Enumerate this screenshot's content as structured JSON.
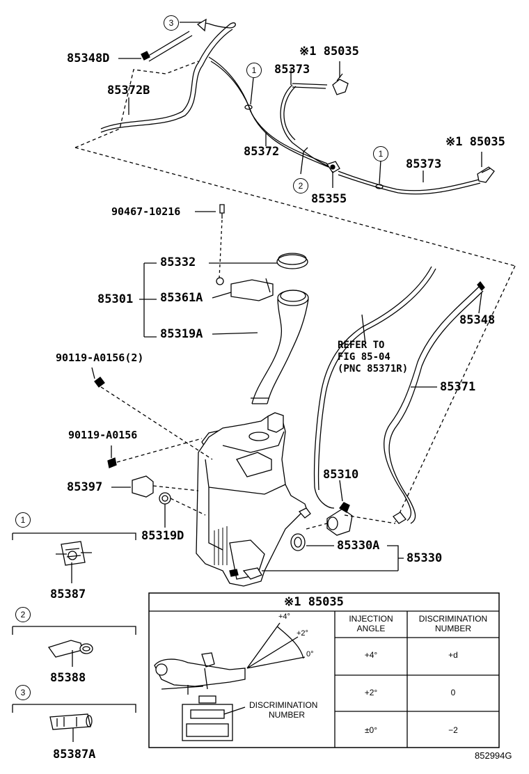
{
  "labels": {
    "p_85348D": "85348D",
    "p_85372B": "85372B",
    "p_85372": "85372",
    "p_85355": "85355",
    "p_85373_top": "85373",
    "p_85373_right": "85373",
    "p_85035_top": "※1 85035",
    "p_85035_right": "※1 85035",
    "p_90467": "90467-10216",
    "p_85332": "85332",
    "p_85301": "85301",
    "p_85361A": "85361A",
    "p_85319A": "85319A",
    "p_85348": "85348",
    "p_85371": "85371",
    "p_90119_a2": "90119-A0156(2)",
    "p_90119_a": "90119-A0156",
    "p_85397": "85397",
    "p_85319D": "85319D",
    "p_85310": "85310",
    "p_85330A": "85330A",
    "p_85330": "85330",
    "p_85387": "85387",
    "p_85388": "85388",
    "p_85387A": "85387A"
  },
  "refer_note": {
    "line1": "REFER TO",
    "line2": "FIG 85-04",
    "line3": "(PNC 85371R)"
  },
  "callouts": {
    "c3_top": "3",
    "c1_mid": "1",
    "c2_mid": "2",
    "c1_right": "1",
    "c1_legend": "1",
    "c2_legend": "2",
    "c3_legend": "3"
  },
  "table": {
    "title": "※1 85035",
    "col1_header": "INJECTION\nANGLE",
    "col2_header": "DISCRIMINATION\nNUMBER",
    "rows": [
      {
        "angle": "+4°",
        "number": "+d"
      },
      {
        "angle": "+2°",
        "number": "0"
      },
      {
        "angle": "±0°",
        "number": "−2"
      }
    ],
    "fig_angles": [
      "+4°",
      "+2°",
      "0°"
    ],
    "disc_label_1": "DISCRIMINATION",
    "disc_label_2": "NUMBER"
  },
  "figure_id": "852994G"
}
